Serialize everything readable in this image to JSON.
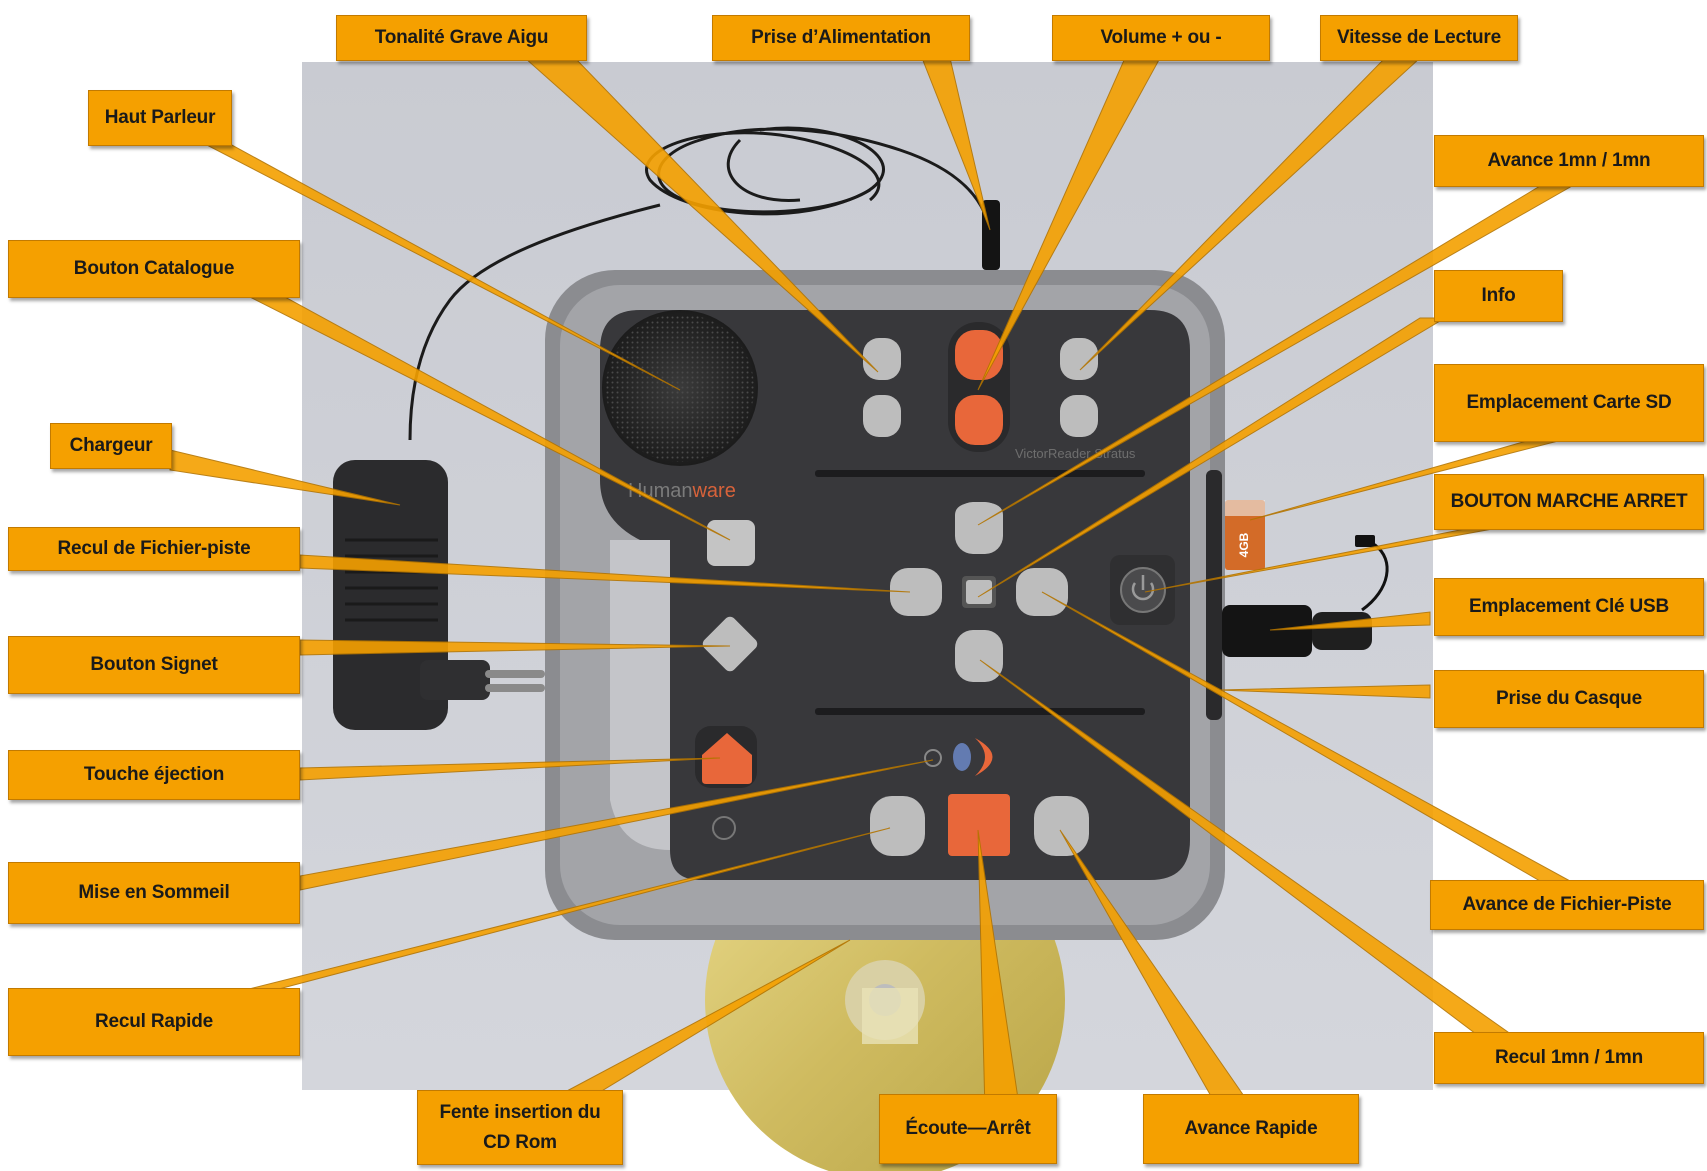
{
  "labels": {
    "tonalite": "Tonalité  Grave  Aigu",
    "prise_alimentation": "Prise d’Alimentation",
    "volume": "Volume  +   ou  -",
    "vitesse": "Vitesse de Lecture",
    "haut_parleur": "Haut Parleur",
    "avance_1mn": "Avance  1mn / 1mn",
    "bouton_catalogue": "Bouton Catalogue",
    "info": "Info",
    "emplacement_sd": "Emplacement Carte SD",
    "chargeur": "Chargeur",
    "marche_arret": "BOUTON MARCHE ARRET",
    "recul_fichier": "Recul de Fichier-piste",
    "emplacement_usb": "Emplacement Clé USB",
    "bouton_signet": "Bouton Signet",
    "prise_casque": "Prise du Casque",
    "touche_ejection": "Touche éjection",
    "mise_sommeil": "Mise en Sommeil",
    "avance_fichier": "Avance de Fichier-Piste",
    "recul_rapide": "Recul Rapide",
    "recul_1mn": "Recul  1mn / 1mn",
    "fente_cd": "Fente insertion du\nCD Rom",
    "ecoute_arret": "Écoute—Arrêt",
    "avance_rapide": "Avance Rapide"
  },
  "device": {
    "brand": "Humanware",
    "model": "VictorReader Stratus",
    "sd_card": "4GB"
  },
  "colors": {
    "label_fill": "#f5a000",
    "label_border": "#c27a00",
    "button_orange": "#e8673a",
    "button_grey": "#bdbdbd",
    "device_body": "#3a3a3c"
  }
}
